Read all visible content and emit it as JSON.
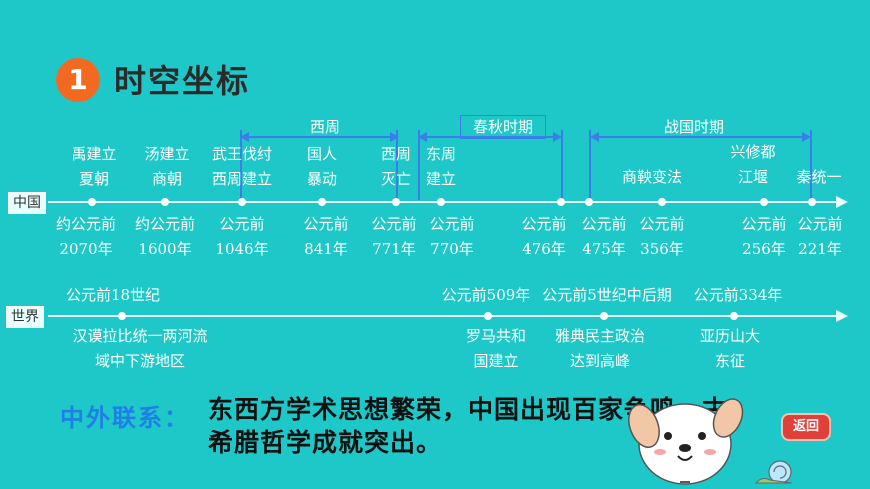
{
  "title": {
    "number": "1",
    "text": "时空坐标"
  },
  "china": {
    "axis_label": "中国",
    "events": [
      {
        "id": "yu",
        "lines": [
          "禹建立",
          "夏朝"
        ]
      },
      {
        "id": "tang",
        "lines": [
          "汤建立",
          "商朝"
        ]
      },
      {
        "id": "wu",
        "lines": [
          "武王伐纣",
          "西周建立"
        ]
      },
      {
        "id": "guo",
        "lines": [
          "国人",
          "暴动"
        ]
      },
      {
        "id": "xzm",
        "lines": [
          "西周",
          "灭亡"
        ]
      },
      {
        "id": "dz",
        "lines": [
          "东周",
          "建立"
        ]
      },
      {
        "id": "sy",
        "lines": [
          "商鞅变法"
        ]
      },
      {
        "id": "xx",
        "lines": [
          "兴修都",
          "江堰"
        ]
      },
      {
        "id": "qin",
        "lines": [
          "秦统一"
        ]
      }
    ],
    "dates": [
      {
        "id": "d1",
        "lines": [
          "约公元前",
          "2070年"
        ]
      },
      {
        "id": "d2",
        "lines": [
          "约公元前",
          "1600年"
        ]
      },
      {
        "id": "d3",
        "lines": [
          "公元前",
          "1046年"
        ]
      },
      {
        "id": "d4",
        "lines": [
          "公元前",
          "841年"
        ]
      },
      {
        "id": "d5",
        "lines": [
          "公元前",
          "771年"
        ]
      },
      {
        "id": "d6",
        "lines": [
          "公元前",
          "770年"
        ]
      },
      {
        "id": "d7",
        "lines": [
          "公元前",
          "476年"
        ]
      },
      {
        "id": "d8",
        "lines": [
          "公元前",
          "475年"
        ]
      },
      {
        "id": "d9",
        "lines": [
          "公元前",
          "356年"
        ]
      },
      {
        "id": "d10",
        "lines": [
          "公元前",
          "256年"
        ]
      },
      {
        "id": "d11",
        "lines": [
          "公元前",
          "221年"
        ]
      }
    ],
    "periods": {
      "western_zhou": "西周",
      "spring_autumn": "春秋时期",
      "warring_states": "战国时期"
    }
  },
  "world": {
    "axis_label": "世界",
    "dates": [
      {
        "id": "w1",
        "text": "公元前18世纪"
      },
      {
        "id": "w2",
        "text": "公元前509年"
      },
      {
        "id": "w3",
        "text": "公元前5世纪中后期"
      },
      {
        "id": "w4",
        "text": "公元前334年"
      }
    ],
    "events": [
      {
        "id": "we1",
        "lines": [
          "汉谟拉比统一两河流",
          "域中下游地区"
        ]
      },
      {
        "id": "we2",
        "lines": [
          "罗马共和",
          "国建立"
        ]
      },
      {
        "id": "we3",
        "lines": [
          "雅典民主政治",
          "达到高峰"
        ]
      },
      {
        "id": "we4",
        "lines": [
          "亚历山大",
          "东征"
        ]
      }
    ]
  },
  "relation": {
    "label": "中外联系：",
    "text": "东西方学术思想繁荣，中国出现百家争鸣，古希腊哲学成就突出。"
  },
  "back_button": "返回",
  "colors": {
    "background": "#1fc8c8",
    "accent": "#f26a22",
    "relation_label": "#1e7fe6",
    "period_line": "#3a7ee8"
  }
}
